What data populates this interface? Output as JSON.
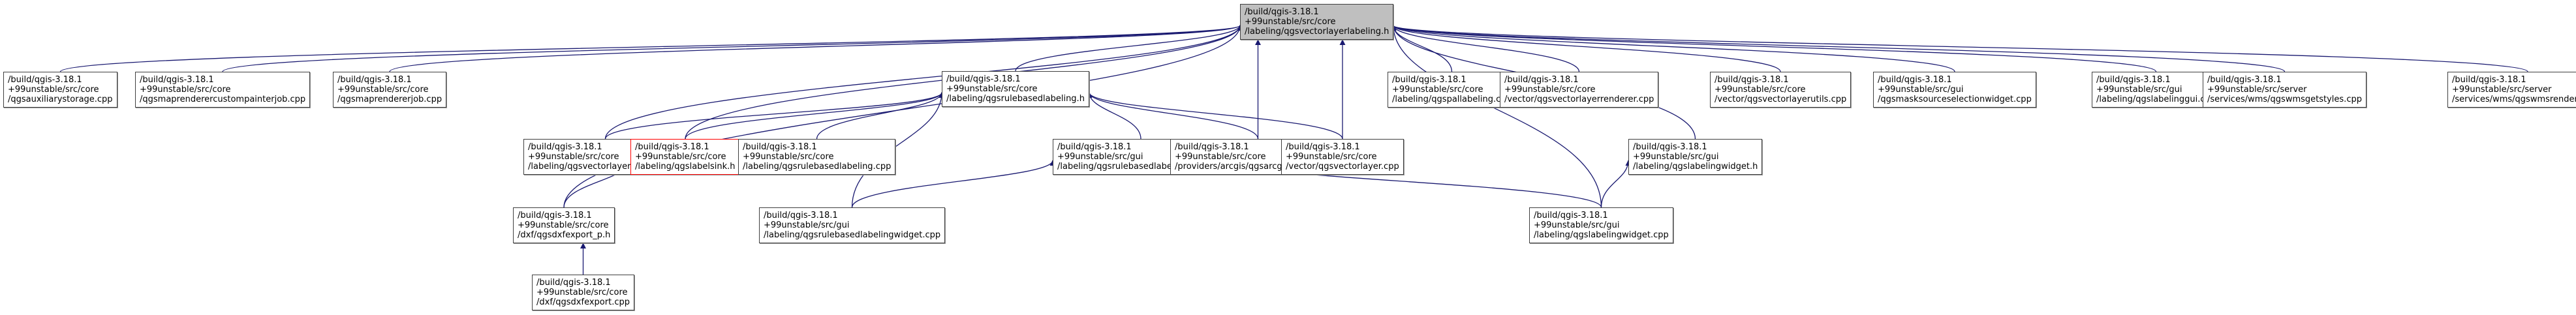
{
  "diagram": {
    "title": "Include dependency graph (included-by) for qgsvectorlayerlabeling.h",
    "edge_color": "#191970",
    "root_fill": "#bfbfbf",
    "highlight_border": "#ff0000",
    "nodes": [
      {
        "id": "root",
        "lines": [
          "/build/qgis-3.18.1",
          "+99unstable/src/core",
          "/labeling/qgsvectorlayerlabeling.h"
        ]
      },
      {
        "id": "auxstorage",
        "lines": [
          "/build/qgis-3.18.1",
          "+99unstable/src/core",
          "/qgsauxiliarystorage.cpp"
        ]
      },
      {
        "id": "custompainter",
        "lines": [
          "/build/qgis-3.18.1",
          "+99unstable/src/core",
          "/qgsmaprenderercustompainterjob.cpp"
        ]
      },
      {
        "id": "rendererjob",
        "lines": [
          "/build/qgis-3.18.1",
          "+99unstable/src/core",
          "/qgsmaprendererjob.cpp"
        ]
      },
      {
        "id": "rulebased_h",
        "lines": [
          "/build/qgis-3.18.1",
          "+99unstable/src/core",
          "/labeling/qgsrulebasedlabeling.h"
        ]
      },
      {
        "id": "pallabeling",
        "lines": [
          "/build/qgis-3.18.1",
          "+99unstable/src/core",
          "/labeling/qgspallabeling.cpp"
        ]
      },
      {
        "id": "vlrenderer",
        "lines": [
          "/build/qgis-3.18.1",
          "+99unstable/src/core",
          "/vector/qgsvectorlayerrenderer.cpp"
        ]
      },
      {
        "id": "vlutils",
        "lines": [
          "/build/qgis-3.18.1",
          "+99unstable/src/core",
          "/vector/qgsvectorlayerutils.cpp"
        ]
      },
      {
        "id": "masksource",
        "lines": [
          "/build/qgis-3.18.1",
          "+99unstable/src/gui",
          "/qgsmasksourceselectionwidget.cpp"
        ]
      },
      {
        "id": "labelinggui",
        "lines": [
          "/build/qgis-3.18.1",
          "+99unstable/src/gui",
          "/labeling/qgslabelinggui.cpp"
        ]
      },
      {
        "id": "wmsgetstyles",
        "lines": [
          "/build/qgis-3.18.1",
          "+99unstable/src/server",
          "/services/wms/qgswmsgetstyles.cpp"
        ]
      },
      {
        "id": "wmsrenderer",
        "lines": [
          "/build/qgis-3.18.1",
          "+99unstable/src/server",
          "/services/wms/qgswmsrenderer.cpp"
        ]
      },
      {
        "id": "vllabeling_cpp",
        "lines": [
          "/build/qgis-3.18.1",
          "+99unstable/src/core",
          "/labeling/qgsvectorlayerlabeling.cpp"
        ]
      },
      {
        "id": "labelsink",
        "lines": [
          "/build/qgis-3.18.1",
          "+99unstable/src/core",
          "/labeling/qgslabelsink.h"
        ]
      },
      {
        "id": "rulebased_cpp",
        "lines": [
          "/build/qgis-3.18.1",
          "+99unstable/src/core",
          "/labeling/qgsrulebasedlabeling.cpp"
        ]
      },
      {
        "id": "rbwidget_h",
        "lines": [
          "/build/qgis-3.18.1",
          "+99unstable/src/gui",
          "/labeling/qgsrulebasedlabelingwidget.h"
        ]
      },
      {
        "id": "arcgisrest",
        "lines": [
          "/build/qgis-3.18.1",
          "+99unstable/src/core",
          "/providers/arcgis/qgsarcgisrestutils.cpp"
        ]
      },
      {
        "id": "vectorlayer",
        "lines": [
          "/build/qgis-3.18.1",
          "+99unstable/src/core",
          "/vector/qgsvectorlayer.cpp"
        ]
      },
      {
        "id": "lwidget_h",
        "lines": [
          "/build/qgis-3.18.1",
          "+99unstable/src/gui",
          "/labeling/qgslabelingwidget.h"
        ]
      },
      {
        "id": "dxfexport_p",
        "lines": [
          "/build/qgis-3.18.1",
          "+99unstable/src/core",
          "/dxf/qgsdxfexport_p.h"
        ]
      },
      {
        "id": "rbwidget_cpp",
        "lines": [
          "/build/qgis-3.18.1",
          "+99unstable/src/gui",
          "/labeling/qgsrulebasedlabelingwidget.cpp"
        ]
      },
      {
        "id": "lwidget_cpp",
        "lines": [
          "/build/qgis-3.18.1",
          "+99unstable/src/gui",
          "/labeling/qgslabelingwidget.cpp"
        ]
      },
      {
        "id": "dxfexport_cpp",
        "lines": [
          "/build/qgis-3.18.1",
          "+99unstable/src/core",
          "/dxf/qgsdxfexport.cpp"
        ]
      }
    ],
    "edges": [
      [
        "auxstorage",
        "root"
      ],
      [
        "custompainter",
        "root"
      ],
      [
        "rendererjob",
        "root"
      ],
      [
        "rulebased_h",
        "root"
      ],
      [
        "pallabeling",
        "root"
      ],
      [
        "vlrenderer",
        "root"
      ],
      [
        "vlutils",
        "root"
      ],
      [
        "masksource",
        "root"
      ],
      [
        "labelinggui",
        "root"
      ],
      [
        "wmsgetstyles",
        "root"
      ],
      [
        "wmsrenderer",
        "root"
      ],
      [
        "vllabeling_cpp",
        "root"
      ],
      [
        "labelsink",
        "root"
      ],
      [
        "arcgisrest",
        "root"
      ],
      [
        "vectorlayer",
        "root"
      ],
      [
        "lwidget_h",
        "root"
      ],
      [
        "dxfexport_p",
        "root"
      ],
      [
        "lwidget_cpp",
        "root"
      ],
      [
        "vllabeling_cpp",
        "rulebased_h"
      ],
      [
        "labelsink",
        "rulebased_h"
      ],
      [
        "rulebased_cpp",
        "rulebased_h"
      ],
      [
        "rbwidget_h",
        "rulebased_h"
      ],
      [
        "vectorlayer",
        "rulebased_h"
      ],
      [
        "rbwidget_cpp",
        "rulebased_h"
      ],
      [
        "arcgisrest",
        "rulebased_h"
      ],
      [
        "dxfexport_p",
        "labelsink"
      ],
      [
        "rbwidget_cpp",
        "rbwidget_h"
      ],
      [
        "lwidget_cpp",
        "rbwidget_h"
      ],
      [
        "lwidget_cpp",
        "lwidget_h"
      ],
      [
        "dxfexport_cpp",
        "dxfexport_p"
      ]
    ]
  }
}
